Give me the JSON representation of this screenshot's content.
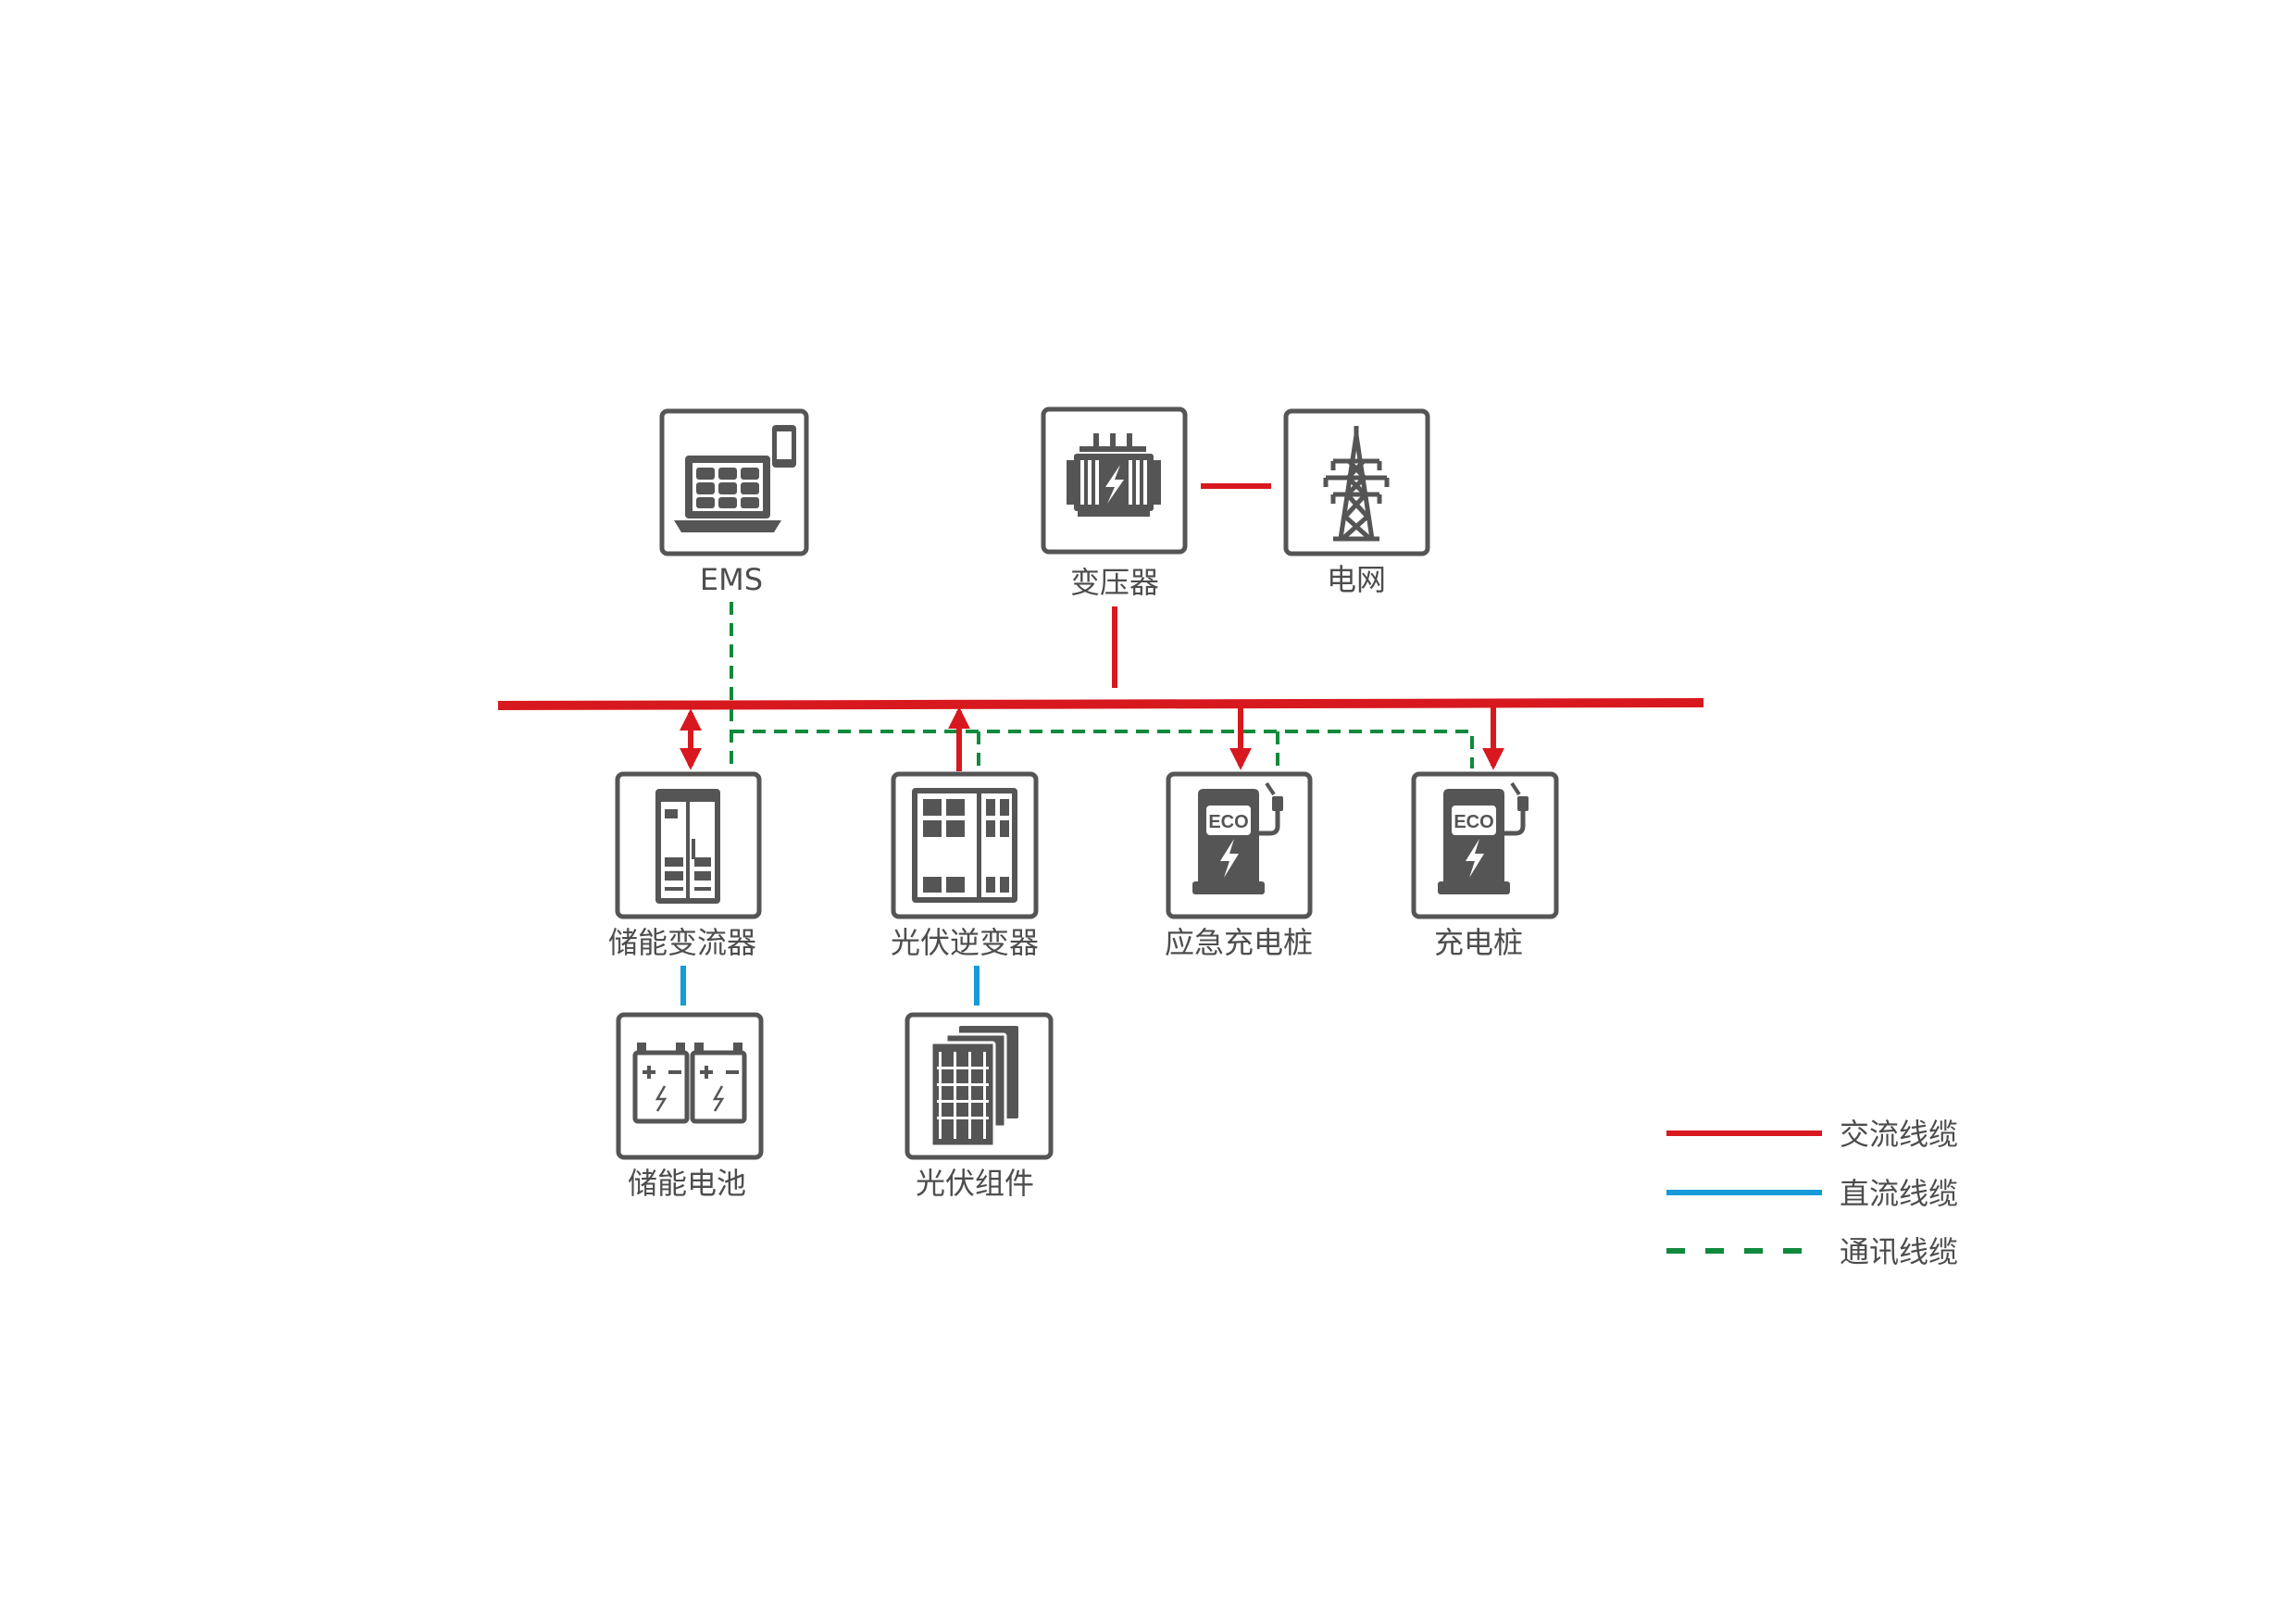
{
  "colors": {
    "ac": "#d7191f",
    "dc": "#169ad8",
    "comm": "#0f8a3c",
    "icon": "#555555",
    "text": "#4d4d4d"
  },
  "nodes": {
    "ems": {
      "label": "EMS",
      "icon": "laptop-solar-icon"
    },
    "transformer": {
      "label": "变压器",
      "icon": "transformer-icon"
    },
    "grid": {
      "label": "电网",
      "icon": "power-tower-icon"
    },
    "pcs": {
      "label": "储能变流器",
      "icon": "cabinet-icon"
    },
    "pv_inverter": {
      "label": "光伏逆变器",
      "icon": "inverter-cabinet-icon"
    },
    "emergency_charger": {
      "label": "应急充电桩",
      "icon": "ev-charger-icon",
      "badge": "ECO"
    },
    "charger": {
      "label": "充电桩",
      "icon": "ev-charger-icon",
      "badge": "ECO"
    },
    "battery": {
      "label": "储能电池",
      "icon": "battery-icon"
    },
    "pv_module": {
      "label": "光伏组件",
      "icon": "solar-panel-icon"
    }
  },
  "legend": {
    "ac": "交流线缆",
    "dc": "直流线缆",
    "comm": "通讯线缆"
  }
}
